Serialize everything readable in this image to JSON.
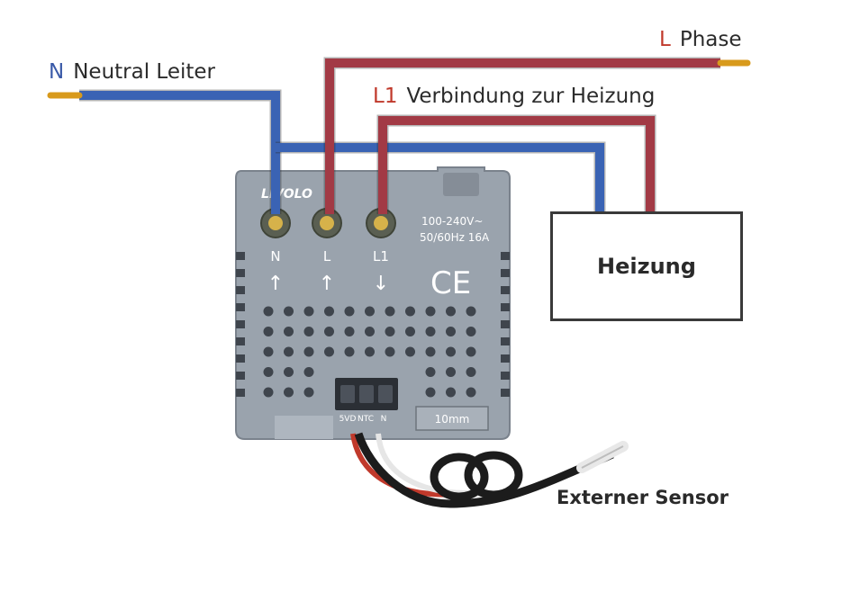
{
  "colors": {
    "neutral_wire": "#3a63b4",
    "phase_wire": "#a23a45",
    "copper_tip": "#d89a1c",
    "housing": "#9aa3ad",
    "housing_dark": "#7a828c",
    "hole": "#3f454d",
    "label_neutral": "#3a5aa8",
    "label_phase": "#c0392b"
  },
  "labels": {
    "neutral": {
      "code": "N",
      "text": "Neutral Leiter"
    },
    "phase": {
      "code": "L",
      "text": "Phase"
    },
    "l1": {
      "code": "L1",
      "text": "Verbindung zur Heizung"
    }
  },
  "load_box": {
    "text": "Heizung"
  },
  "sensor": {
    "text": "Externer Sensor"
  },
  "device": {
    "brand": "LIVOLO",
    "rating_line1": "100-240V~",
    "rating_line2": "50/60Hz 16A",
    "certification": "CE",
    "terminals": [
      {
        "label": "N",
        "arrow": "↑"
      },
      {
        "label": "L",
        "arrow": "↑"
      },
      {
        "label": "L1",
        "arrow": "↓"
      }
    ],
    "sensor_connector_labels": [
      "5VD",
      "NTC",
      "N"
    ],
    "strip_length": "10mm"
  }
}
